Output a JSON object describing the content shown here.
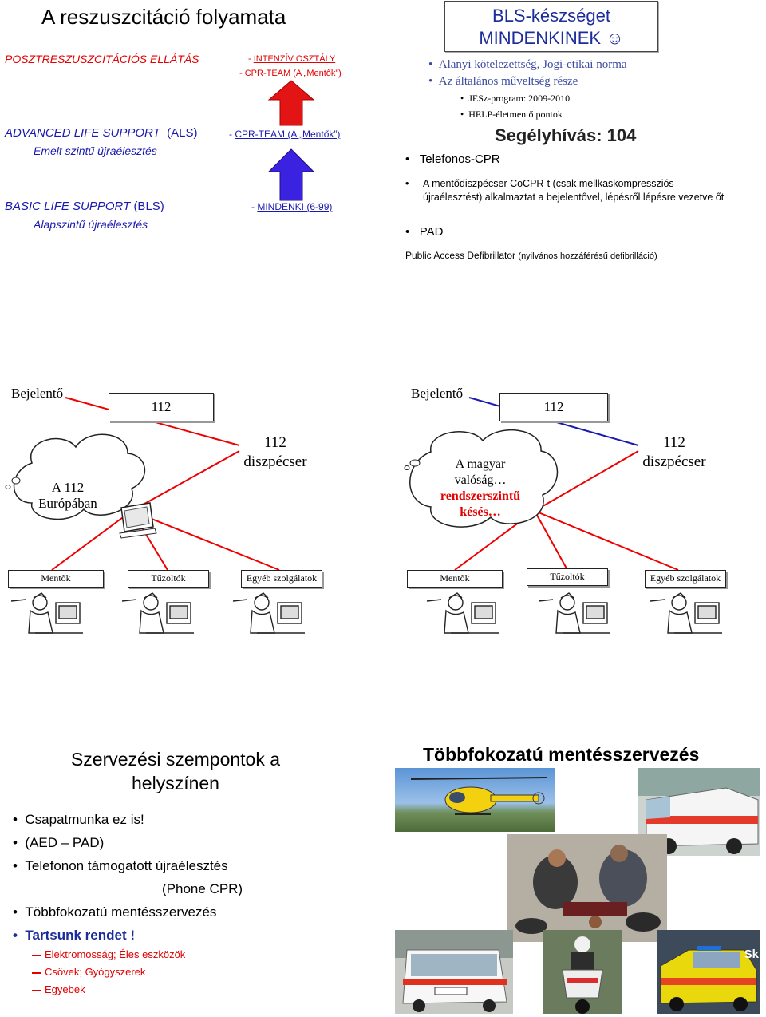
{
  "panel1": {
    "title": "A reszuszcitáció folyamata",
    "post_label": "POSZTRESZUSZCITÁCIÓS ELLÁTÁS",
    "post_right_1_prefix": "- ",
    "post_right_1": "INTENZÍV OSZTÁLY",
    "post_right_2_prefix": "- ",
    "post_right_2": "CPR-TEAM (A „Mentők”)",
    "als_label": "ADVANCED LIFE SUPPORT",
    "als_abbr": "(ALS)",
    "als_sub": "Emelt szintű újraélesztés",
    "als_right_prefix": "- ",
    "als_right": "CPR-TEAM (A „Mentők”)",
    "bls_label": "BASIC LIFE SUPPORT",
    "bls_abbr": "(BLS)",
    "bls_sub": "Alapszintű újraélesztés",
    "bls_right_prefix": "- ",
    "bls_right": "MINDENKI (6-99)"
  },
  "panel2": {
    "title_1": "BLS-készséget",
    "title_2": "MINDENKINEK ☺",
    "b1": "Alanyi kötelezettség, Jogi-etikai norma",
    "b2": "Az általános műveltség része",
    "s1": "JESz-program: 2009-2010",
    "s2": "HELP-életmentő pontok",
    "helpline": "Segélyhívás: 104",
    "tel": "Telefonos-CPR",
    "tel_desc": "A mentődiszpécser CoCPR-t (csak mellkaskompressziós újraélesztést) alkalmaztat a bejelentővel, lépésről lépésre vezetve őt",
    "pad": "PAD",
    "pad_desc_1": "Public Access Defibrillator",
    "pad_desc_2": "(nyilvános hozzáférésű defibrilláció)"
  },
  "panel3": {
    "left": {
      "reporter": "Bejelentő",
      "num": "112",
      "dispatcher_1": "112",
      "dispatcher_2": "diszpécser",
      "cloud_1": "A 112",
      "cloud_2": "Európában",
      "services": [
        "Mentők",
        "Tűzoltók",
        "Egyéb szolgálatok"
      ]
    },
    "right": {
      "reporter": "Bejelentő",
      "num": "112",
      "dispatcher_1": "112",
      "dispatcher_2": "diszpécser",
      "cloud_1": "A magyar",
      "cloud_2": "valóság…",
      "cloud_3": "rendszerszintű",
      "cloud_4": "késés…",
      "services": [
        "Mentők",
        "Tűzoltók",
        "Egyéb szolgálatok"
      ]
    }
  },
  "panel4": {
    "title_1": "Szervezési szempontok a",
    "title_2": "helyszínen",
    "items": [
      "Csapatmunka ez is!",
      "(AED – PAD)",
      "Telefonon támogatott újraélesztés"
    ],
    "indent": "(Phone CPR)",
    "item4": "Többfokozatú mentésszervezés",
    "item5": "Tartsunk rendet !",
    "sub": [
      "Elektromosság; Éles eszközök",
      "Csövek; Gyógyszerek",
      "Egyebek"
    ]
  },
  "panel5": {
    "title": "Többfokozatú mentésszervezés",
    "ambulance_text": "Sk"
  },
  "colors": {
    "red": "#e30000",
    "blue": "#1a1ab0",
    "arrow_red": "#e21414",
    "arrow_blue": "#3b22e0"
  }
}
